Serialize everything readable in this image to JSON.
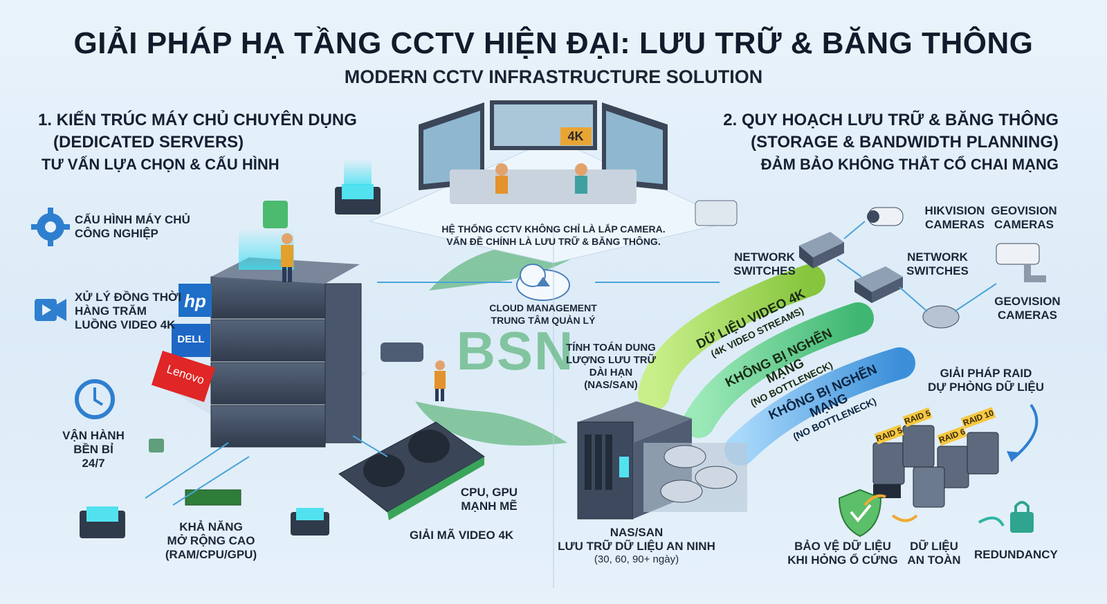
{
  "header": {
    "title": "GIẢI PHÁP HẠ TẦNG CCTV HIỆN ĐẠI: LƯU TRỮ & BĂNG THÔNG",
    "subtitle": "MODERN CCTV INFRASTRUCTURE SOLUTION"
  },
  "section1": {
    "line1": "1. KIẾN TRÚC MÁY CHỦ CHUYÊN DỤNG",
    "line2": "(DEDICATED SERVERS)",
    "line3": "TƯ VẤN LỰA CHỌN & CẤU HÌNH"
  },
  "section2": {
    "line1": "2. QUY HOẠCH LƯU TRỮ & BĂNG THÔNG",
    "line2": "(STORAGE & BANDWIDTH PLANNING)",
    "line3": "ĐẢM BẢO KHÔNG THẮT CỔ CHAI MẠNG"
  },
  "left_features": {
    "config": [
      "CẤU HÌNH MÁY CHỦ",
      "CÔNG NGHIỆP"
    ],
    "streams": [
      "XỬ LÝ ĐỒNG THỜI",
      "HÀNG TRĂM",
      "LUỒNG VIDEO 4K"
    ],
    "uptime": [
      "VẬN HÀNH",
      "BỀN BỈ",
      "24/7"
    ],
    "scale": [
      "KHẢ NĂNG",
      "MỞ RỘNG CAO",
      "(RAM/CPU/GPU)"
    ],
    "gpu": [
      "CPU, GPU",
      "MẠNH MẼ"
    ],
    "decode": "GIẢI MÃ VIDEO 4K"
  },
  "brands": {
    "hp": "hp",
    "dell": "DELL",
    "lenovo": "Lenovo"
  },
  "control_room": {
    "screen_badge": "4K",
    "caption": [
      "HỆ THỐNG CCTV KHÔNG CHỈ LÀ LẮP CAMERA.",
      "VẤN ĐỀ CHÍNH LÀ LƯU TRỮ & BĂNG THÔNG."
    ]
  },
  "cloud": {
    "line1": "CLOUD MANAGEMENT",
    "line2": "TRUNG TÂM QUẢN LÝ"
  },
  "watermark": "BSN",
  "storage_calc": [
    "TÍNH TOÁN DUNG",
    "LƯỢNG LƯU TRỮ",
    "DÀI HẠN",
    "(NAS/SAN)"
  ],
  "pipes": [
    {
      "line1": "DỮ LIỆU VIDEO 4K",
      "line2": "(4K VIDEO STREAMS)",
      "color": "#9bd45a"
    },
    {
      "line1": "KHÔNG BỊ NGHẼN MẠNG",
      "line2": "(NO BOTTLENECK)",
      "color": "#5fc98a"
    },
    {
      "line1": "KHÔNG BỊ NGHẼN MẠNG",
      "line2": "(NO BOTTLENECK)",
      "color": "#5aa8e8"
    }
  ],
  "network": {
    "switches_left": [
      "NETWORK",
      "SWITCHES"
    ],
    "switches_right": [
      "NETWORK",
      "SWITCHES"
    ],
    "hikvision": [
      "HIKVISION",
      "CAMERAS"
    ],
    "geovision_top": [
      "GEOVISION",
      "CAMERAS"
    ],
    "geovision_bottom": [
      "GEOVISION",
      "CAMERAS"
    ]
  },
  "raid": {
    "title": [
      "GIẢI PHÁP RAID",
      "DỰ PHÒNG DỮ LIỆU"
    ],
    "tags": [
      "RAID 5",
      "RAID 5",
      "RAID 6",
      "RAID 10"
    ]
  },
  "nas": {
    "line1": "NAS/SAN",
    "line2": "LƯU TRỮ DỮ LIỆU AN NINH",
    "line3": "(30, 60, 90+ ngày)"
  },
  "protect": {
    "backup": [
      "BẢO VỆ DỮ LIỆU",
      "KHI HỎNG Ổ CỨNG"
    ],
    "safe": [
      "DỮ LIỆU",
      "AN TOÀN"
    ],
    "redundancy": "REDUNDANCY"
  },
  "colors": {
    "accent_blue": "#2f7fd0",
    "server_dark": "#3d4a5e",
    "pipe_green": "#9bd45a",
    "pipe_teal": "#5fc98a",
    "pipe_blue": "#5aa8e8",
    "raid_yellow": "#f5c842",
    "hp": "#1d6fc7",
    "dell": "#1e67c4",
    "lenovo": "#e02626"
  }
}
